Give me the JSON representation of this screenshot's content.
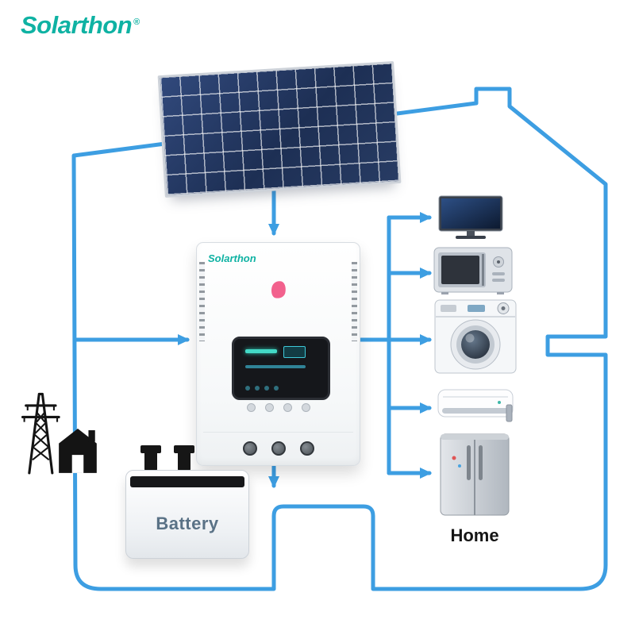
{
  "brand": {
    "logo_text": "Solarthon",
    "registered_mark": "®",
    "color": "#0fb2a3"
  },
  "inverter": {
    "brand_label": "Solarthon"
  },
  "battery": {
    "label": "Battery"
  },
  "home": {
    "label": "Home"
  },
  "appliances": {
    "items": [
      "tv",
      "microwave-oven",
      "washing-machine",
      "air-conditioner",
      "refrigerator"
    ]
  },
  "connections": {
    "line_color": "#3d9ee2",
    "flows": [
      "solar-panel to inverter",
      "utility-grid to inverter",
      "inverter to battery",
      "inverter to home-appliances"
    ]
  }
}
